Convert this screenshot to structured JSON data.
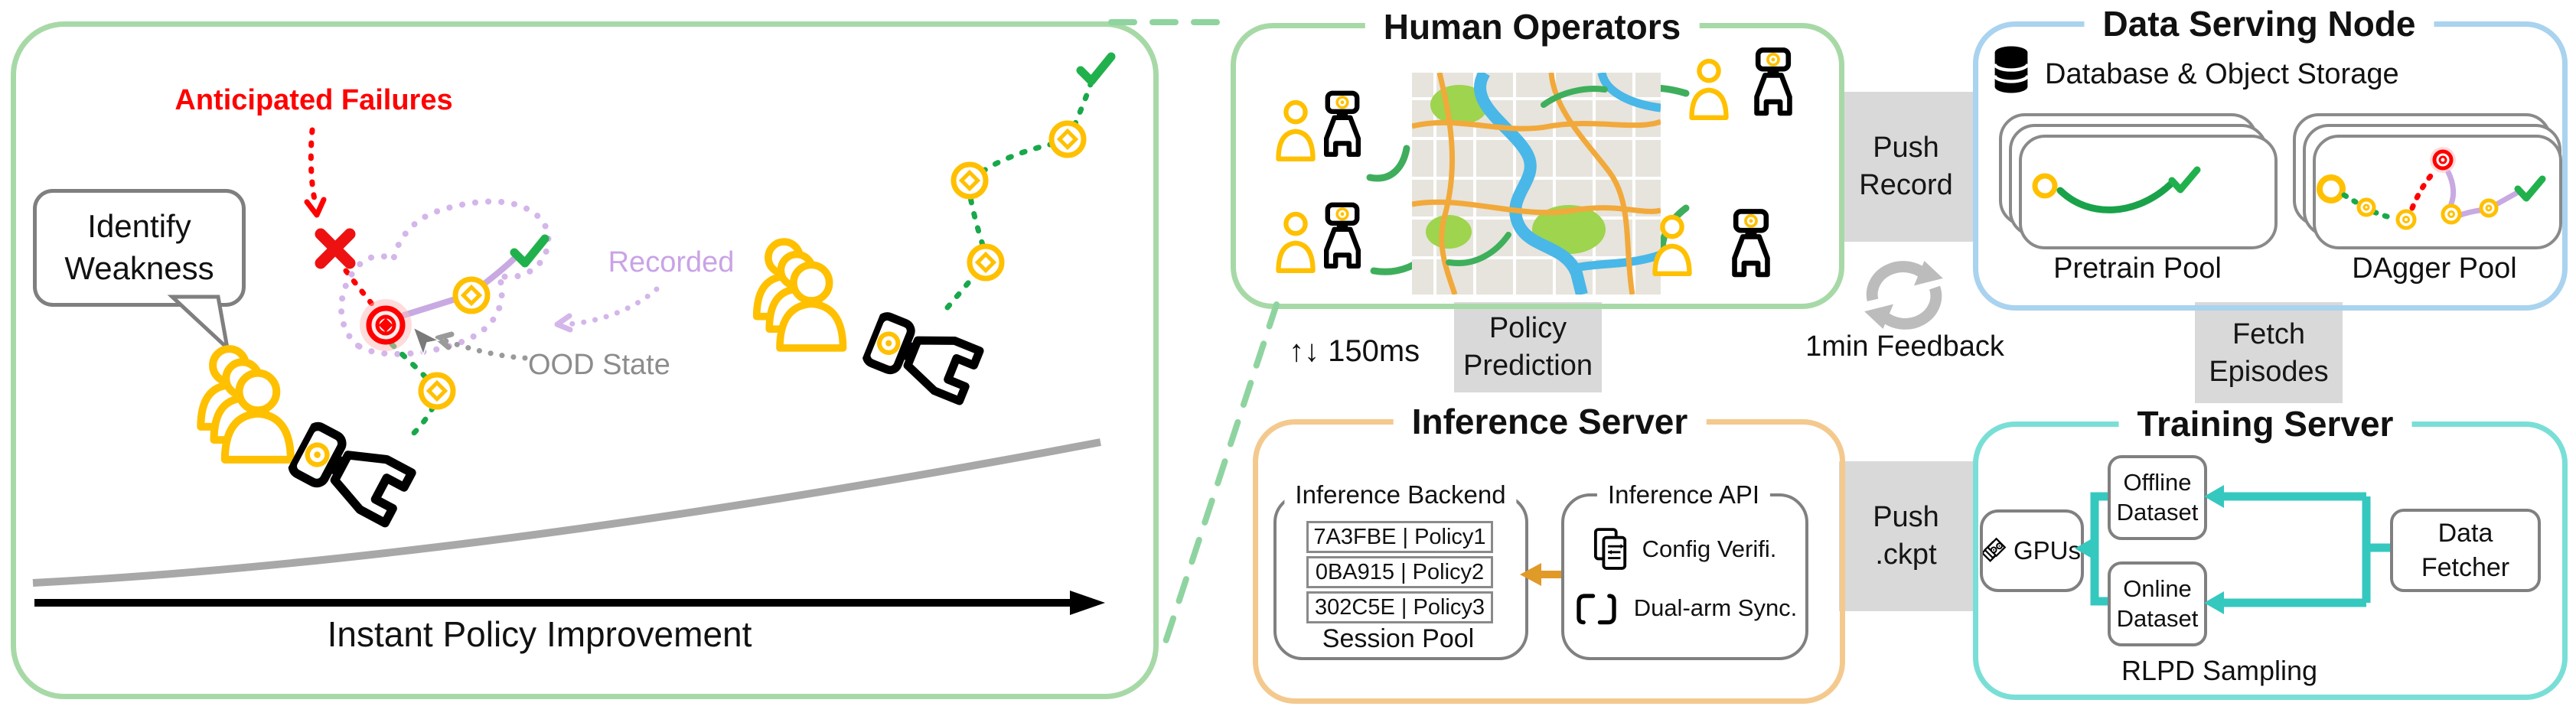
{
  "left_panel": {
    "anticipated_failures": "Anticipated Failures",
    "speech_bubble": {
      "line1": "Identify",
      "line2": "Weakness"
    },
    "recorded_label": "Recorded",
    "ood_state_label": "OOD State",
    "axis_label": "Instant Policy Improvement"
  },
  "human_operators": {
    "title": "Human Operators",
    "latency_arrows": "↑↓",
    "latency": "150ms"
  },
  "connectors": {
    "policy_prediction": {
      "line1": "Policy",
      "line2": "Prediction"
    },
    "push_record": {
      "line1": "Push",
      "line2": "Record"
    },
    "feedback_loop": "1min Feedback",
    "push_ckpt": {
      "line1": "Push",
      "line2": ".ckpt"
    },
    "fetch_episodes": {
      "line1": "Fetch",
      "line2": "Episodes"
    }
  },
  "data_serving_node": {
    "title": "Data Serving Node",
    "storage_label": "Database & Object Storage",
    "pretrain_pool": "Pretrain Pool",
    "dagger_pool": "DAgger Pool"
  },
  "inference_server": {
    "title": "Inference Server",
    "backend_title": "Inference Backend",
    "sessions": [
      "7A3FBE | Policy1",
      "0BA915 | Policy2",
      "302C5E | Policy3"
    ],
    "session_pool_label": "Session Pool",
    "api_title": "Inference API",
    "api_features": [
      {
        "label": "Config Verifi."
      },
      {
        "label": "Dual-arm Sync."
      }
    ]
  },
  "training_server": {
    "title": "Training Server",
    "gpus_label": "GPUs",
    "offline_dataset": {
      "line1": "Offline",
      "line2": "Dataset"
    },
    "online_dataset": {
      "line1": "Online",
      "line2": "Dataset"
    },
    "data_fetcher": {
      "line1": "Data",
      "line2": "Fetcher"
    },
    "sampling_label": "RLPD Sampling"
  },
  "colors": {
    "panel_green": "#a7d9a7",
    "panel_blue": "#a9d3ef",
    "panel_orange": "#f4c98e",
    "panel_teal": "#79dfd6",
    "connector_gray": "#d9d9d9",
    "accent_yellow": "#FFC000",
    "accent_green": "#18a84b",
    "accent_red": "#ee1111",
    "accent_purple": "#c9a9e2",
    "teal_arrow": "#35c8bf",
    "orange_arrow": "#e09a28"
  }
}
